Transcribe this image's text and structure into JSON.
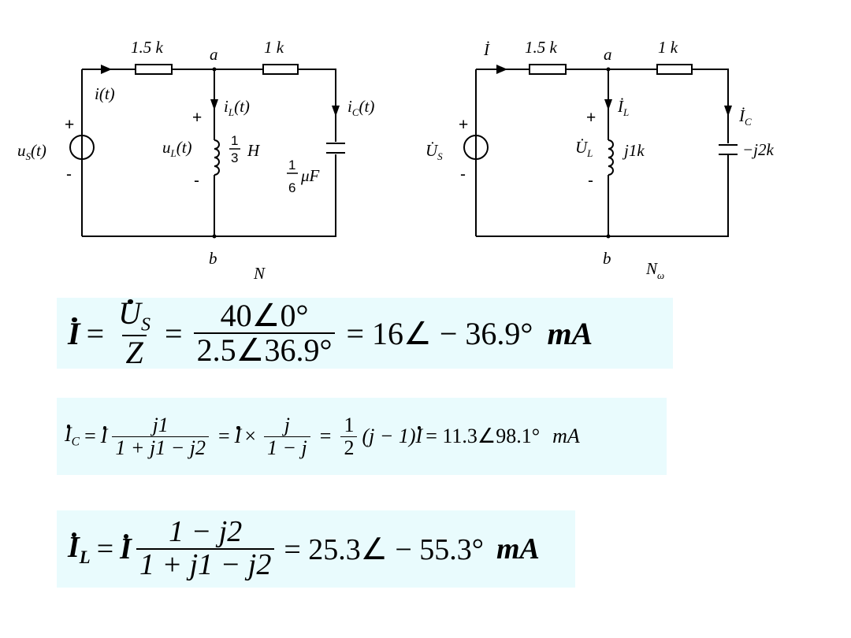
{
  "circuit_n": {
    "r1": "1.5 k",
    "node_a": "a",
    "r2": "1 k",
    "current_i": "i(t)",
    "current_il": "i",
    "current_il_sub": "L",
    "current_il_arg": "(t)",
    "current_ic": "i",
    "current_ic_sub": "C",
    "current_ic_arg": "(t)",
    "source_label": "u",
    "source_sub": "S",
    "source_arg": "(t)",
    "plus": "+",
    "minus": "-",
    "ul_label": "u",
    "ul_sub": "L",
    "ul_arg": "(t)",
    "inductance_num": "1",
    "inductance_den": "3",
    "inductance_unit": "H",
    "capacitance_num": "1",
    "capacitance_den": "6",
    "capacitance_unit": "μF",
    "node_b": "b",
    "name": "N"
  },
  "circuit_nw": {
    "current_i": "İ",
    "r1": "1.5 k",
    "node_a": "a",
    "r2": "1 k",
    "current_il": "İ",
    "current_il_sub": "L",
    "current_ic": "İ",
    "current_ic_sub": "C",
    "source_label": "U̇",
    "source_sub": "S",
    "plus": "+",
    "minus": "-",
    "ul_label": "U̇",
    "ul_sub": "L",
    "inductor_impedance": "j1k",
    "capacitor_impedance": "−j2k",
    "node_b": "b",
    "name": "N",
    "name_sub": "ω"
  },
  "equations": {
    "eq1": {
      "lhs": "I",
      "eq": "=",
      "f1_num": "U",
      "f1_num_sub": "S",
      "f1_den": "Z",
      "f2_num": "40∠0°",
      "f2_den": "2.5∠36.9°",
      "result": "= 16∠ − 36.9°",
      "unit": "mA"
    },
    "eq2": {
      "lhs": "I",
      "lhs_sub": "C",
      "eq": "=",
      "i1": "I",
      "f1_num": "j1",
      "f1_den": "1 + j1 − j2",
      "eq2": "=",
      "i2": "I",
      "times": "×",
      "f2_num": "j",
      "f2_den": "1 − j",
      "eq3": "=",
      "f3_num": "1",
      "f3_den": "2",
      "expr": "(j − 1)",
      "i3": "I",
      "result": "= 11.3∠98.1°",
      "unit": "mA"
    },
    "eq3": {
      "lhs": "I",
      "lhs_sub": "L",
      "eq": "=",
      "i1": "I",
      "f1_num": "1 − j2",
      "f1_den": "1 + j1 − j2",
      "result": "= 25.3∠ − 55.3°",
      "unit": "mA"
    }
  }
}
